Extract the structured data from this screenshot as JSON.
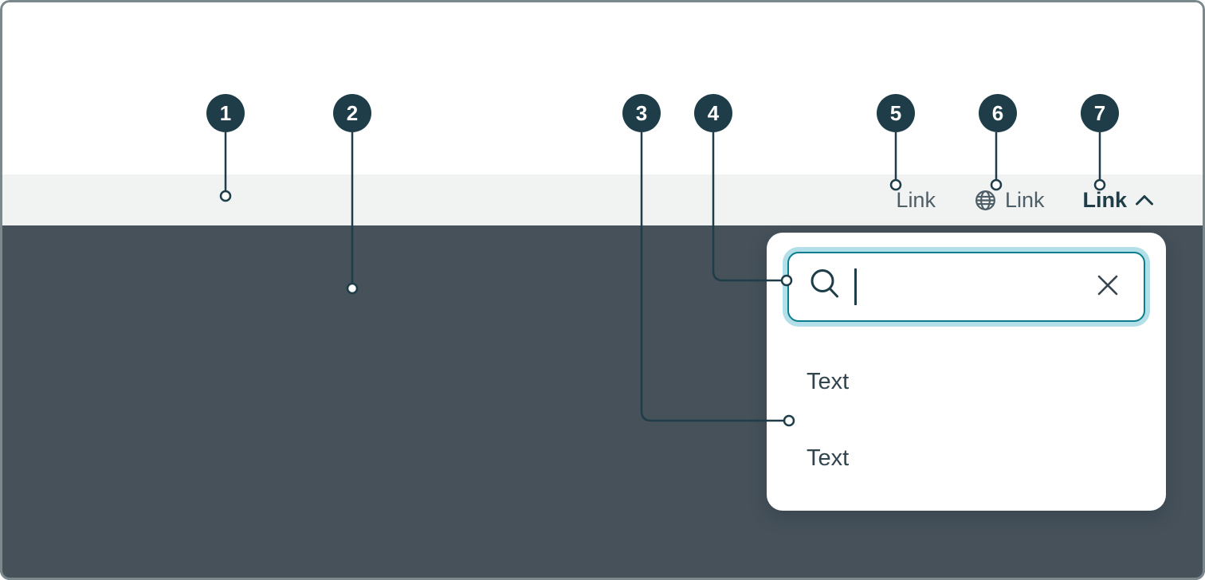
{
  "colors": {
    "callout_dark": "#1e3d48",
    "page_background": "#46515a",
    "navbar_background": "#f1f2f2",
    "accent_teal": "#0a7d8f",
    "focus_halo": "#b2dfe8",
    "link_text": "#4e5e66",
    "active_link_text": "#1e3d48",
    "menu_item_text": "#32444d",
    "frame_border": "#7b898c",
    "panel_background": "#ffffff"
  },
  "callouts": [
    {
      "number": "1",
      "target": "navigation-bar"
    },
    {
      "number": "2",
      "target": "page-background"
    },
    {
      "number": "3",
      "target": "dropdown-panel"
    },
    {
      "number": "4",
      "target": "search-input"
    },
    {
      "number": "5",
      "target": "text-link"
    },
    {
      "number": "6",
      "target": "icon-link"
    },
    {
      "number": "7",
      "target": "expanded-menu-link"
    }
  ],
  "navbar": {
    "links": [
      {
        "label": "Link"
      },
      {
        "label": "Link",
        "icon": "globe-icon"
      },
      {
        "label": "Link",
        "icon": "chevron-up-icon",
        "state": "expanded"
      }
    ]
  },
  "dropdown": {
    "search": {
      "value": "",
      "placeholder": "",
      "icons": [
        "search-icon",
        "clear-icon"
      ]
    },
    "items": [
      {
        "label": "Text"
      },
      {
        "label": "Text"
      }
    ]
  }
}
